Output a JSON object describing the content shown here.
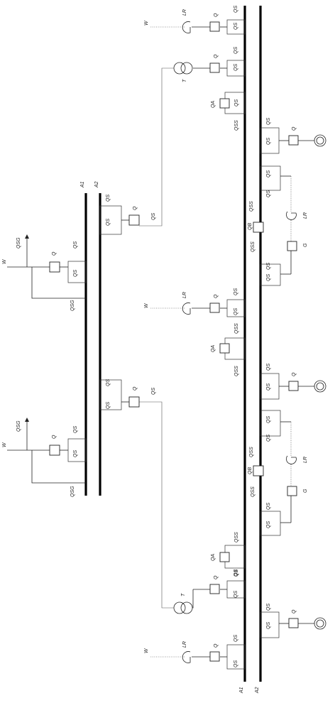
{
  "labels": {
    "bus_1": "A1",
    "bus_2": "A2",
    "upper_bus_1": "A1",
    "upper_bus_2": "A2",
    "breaker": "Q",
    "disconnector_bus_1": "QS",
    "disconnector_bus_2": "QS",
    "disconnector_alt": "QS",
    "bypass_disconnector": "QSS",
    "bus_disconnector": "QSG",
    "sectional_breaker": "QB",
    "bypass_breaker": "QA",
    "transformer": "T",
    "generator": "G",
    "reactor": "LR",
    "line": "W",
    "grounding": "QSG",
    "current_limit_reactor": "LR"
  }
}
